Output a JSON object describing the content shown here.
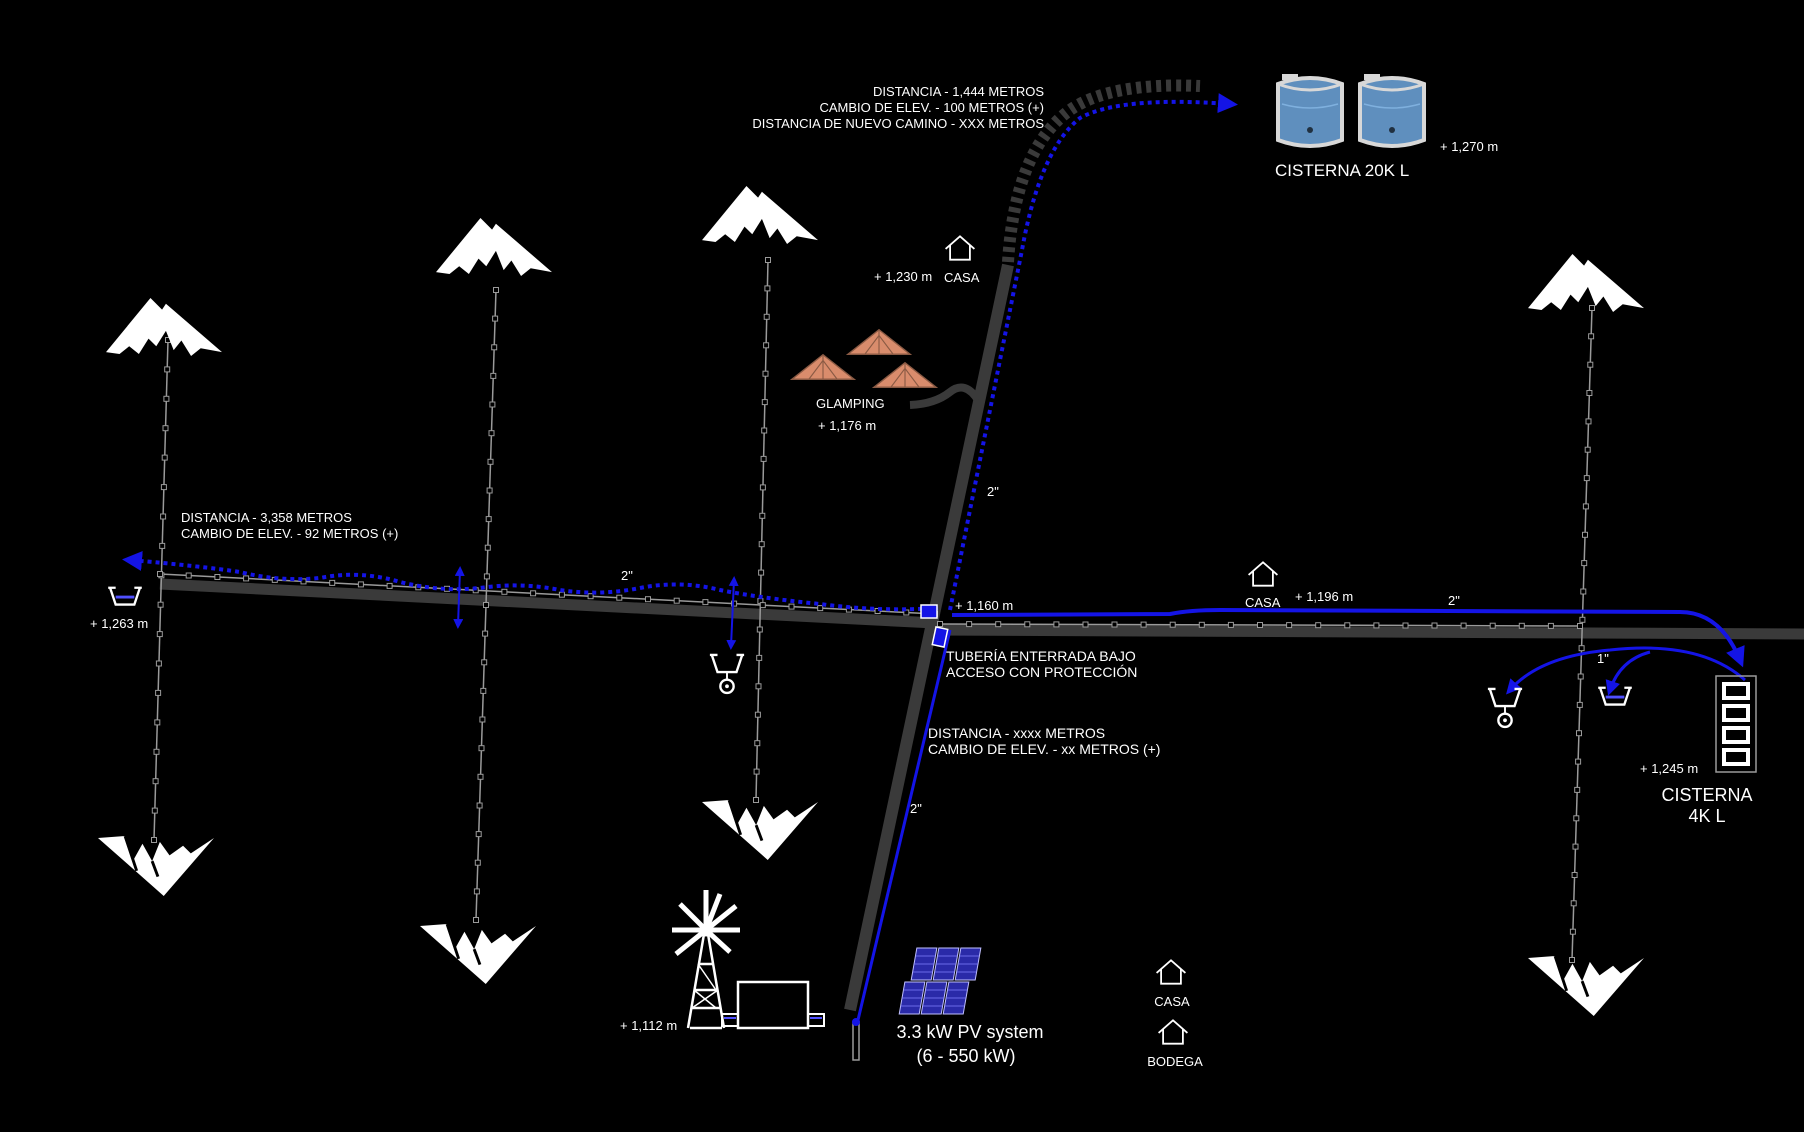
{
  "colors": {
    "background": "#000000",
    "road": "#3a3a3a",
    "pipe": "#1414e6",
    "wire": "#9a9a9a",
    "label": "#ffffff",
    "tank": "#6a9cc8",
    "tent": "#d98c6c",
    "solar": "#2a2aa8"
  },
  "icons": [
    "mountain-icon",
    "house-icon",
    "tent-icon",
    "water-tank-icon",
    "windmill-icon",
    "solar-panel-icon",
    "water-trough-icon",
    "cistern-block-icon",
    "arrow-icon"
  ],
  "labels": {
    "north_distance": "DISTANCIA - 1,444 METROS",
    "north_elev": "CAMBIO DE ELEV. - 100 METROS (+)",
    "north_road": "DISTANCIA DE NUEVO CAMINO - XXX METROS",
    "cisterna_20k": "CISTERNA 20K L",
    "cisterna_20k_elev": "+ 1,270 m",
    "casa_north_elev": "+ 1,230 m",
    "casa_north": "CASA",
    "glamping": "GLAMPING",
    "glamping_elev": "+ 1,176 m",
    "pipe_north_size": "2\"",
    "west_distance": "DISTANCIA - 3,358 METROS",
    "west_elev": "CAMBIO DE ELEV. - 92 METROS (+)",
    "west_pipe_size": "2\"",
    "west_trough_elev": "+ 1,263 m",
    "junction_elev": "+ 1,160 m",
    "casa_east": "CASA",
    "casa_east_elev": "+ 1,196 m",
    "east_pipe_size": "2\"",
    "tuberia_line1": "TUBERÍA ENTERRADA BAJO",
    "tuberia_line2": "ACCESO CON PROTECCIÓN",
    "south_distance": "DISTANCIA - xxxx METROS",
    "south_elev": "CAMBIO DE ELEV. - xx METROS (+)",
    "south_pipe_size": "2\"",
    "branch_pipe_size": "1\"",
    "cisterna_4k_elev": "+ 1,245 m",
    "cisterna_4k_line1": "CISTERNA",
    "cisterna_4k_line2": "4K L",
    "windmill_elev": "+ 1,112 m",
    "pv_line1": "3.3 kW PV system",
    "pv_line2": "(6 - 550 kW)",
    "casa_south": "CASA",
    "bodega": "BODEGA"
  }
}
